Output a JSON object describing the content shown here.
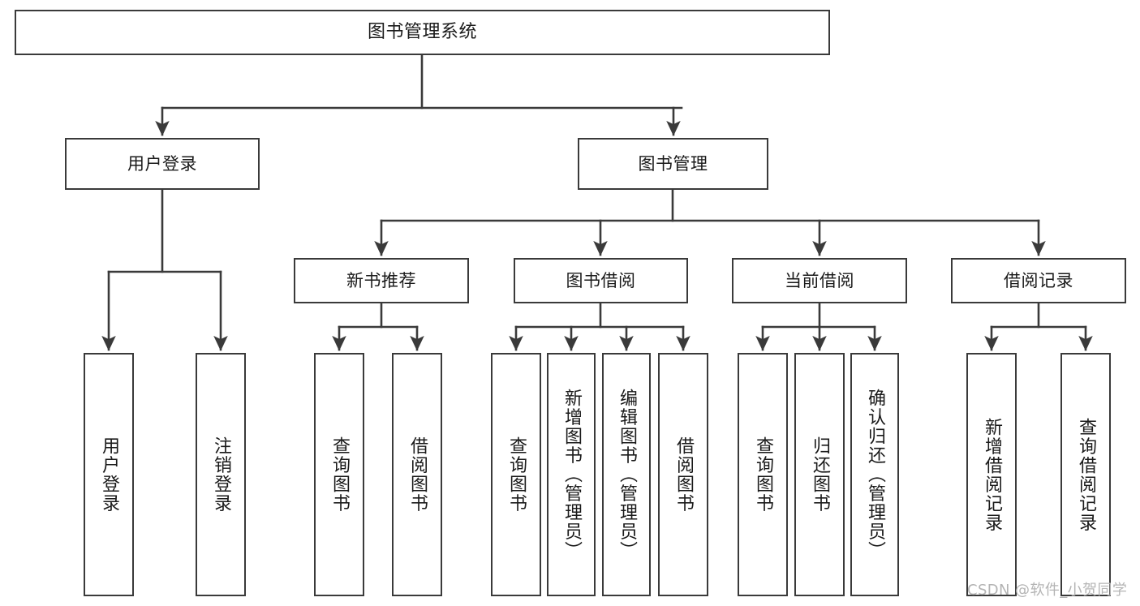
{
  "diagram": {
    "title": "图书管理系统",
    "type": "tree-hierarchy-chart",
    "root": {
      "id": "root",
      "label": "图书管理系统"
    },
    "level1": [
      {
        "id": "user-login",
        "label": "用户登录"
      },
      {
        "id": "book-management",
        "label": "图书管理"
      }
    ],
    "level2": [
      {
        "id": "new-book-recommend",
        "label": "新书推荐"
      },
      {
        "id": "book-borrow",
        "label": "图书借阅"
      },
      {
        "id": "current-borrow",
        "label": "当前借阅"
      },
      {
        "id": "borrow-record",
        "label": "借阅记录"
      }
    ],
    "leaves": {
      "user_login": [
        {
          "id": "leaf-user-login",
          "label": "用户登录"
        },
        {
          "id": "leaf-logout-login",
          "label": "注销登录"
        }
      ],
      "new_book_recommend": [
        {
          "id": "leaf-query-book-1",
          "label": "查询图书"
        },
        {
          "id": "leaf-borrow-book-1",
          "label": "借阅图书"
        }
      ],
      "book_borrow": [
        {
          "id": "leaf-query-book-2",
          "label": "查询图书"
        },
        {
          "id": "leaf-add-book",
          "label": "新增图书（管理员）"
        },
        {
          "id": "leaf-edit-book",
          "label": "编辑图书（管理员）"
        },
        {
          "id": "leaf-borrow-book-2",
          "label": "借阅图书"
        }
      ],
      "current_borrow": [
        {
          "id": "leaf-query-book-3",
          "label": "查询图书"
        },
        {
          "id": "leaf-return-book",
          "label": "归还图书"
        },
        {
          "id": "leaf-confirm-return",
          "label": "确认归还（管理员）"
        }
      ],
      "borrow_record": [
        {
          "id": "leaf-add-record",
          "label": "新增借阅记录"
        },
        {
          "id": "leaf-query-record",
          "label": "查询借阅记录"
        }
      ]
    }
  },
  "watermark": {
    "text": "CSDN @软件_小贺同学"
  },
  "colors": {
    "stroke": "#3a3a3a",
    "fill": "#ffffff",
    "text": "#1a1a1a",
    "watermark": "#b4b4b4"
  }
}
